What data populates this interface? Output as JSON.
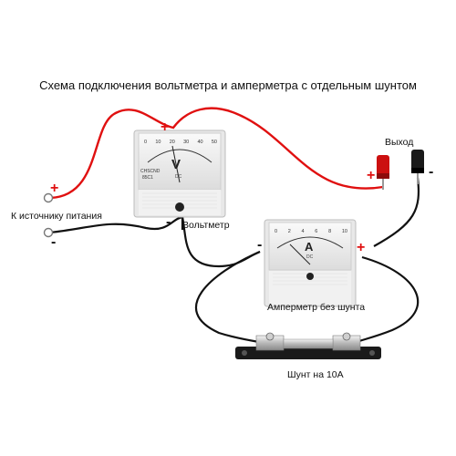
{
  "diagram": {
    "title": "Схема подключения вольтметра и амперметра с отдельным шунтом",
    "labels": {
      "source": "К источнику питания",
      "voltmeter": "Вольтметр",
      "ammeter": "Амперметр без шунта",
      "output": "Выход",
      "shunt": "Шунт на 10А"
    },
    "signs": {
      "plus": "+",
      "minus": "-"
    },
    "voltmeter_face": {
      "unit": "V",
      "scale": [
        "0",
        "10",
        "20",
        "30",
        "40",
        "50"
      ],
      "brand": "CHSCND",
      "model": "85C1",
      "caption": "DC"
    },
    "ammeter_face": {
      "unit": "A",
      "scale": [
        "0",
        "2",
        "4",
        "6",
        "8",
        "10"
      ],
      "caption": "DC"
    },
    "colors": {
      "wire_positive": "#e01010",
      "wire_negative": "#111111",
      "meter_body": "#eeeeee",
      "shunt_base": "#1a1a1a",
      "terminal_red": "#cc1010"
    }
  }
}
